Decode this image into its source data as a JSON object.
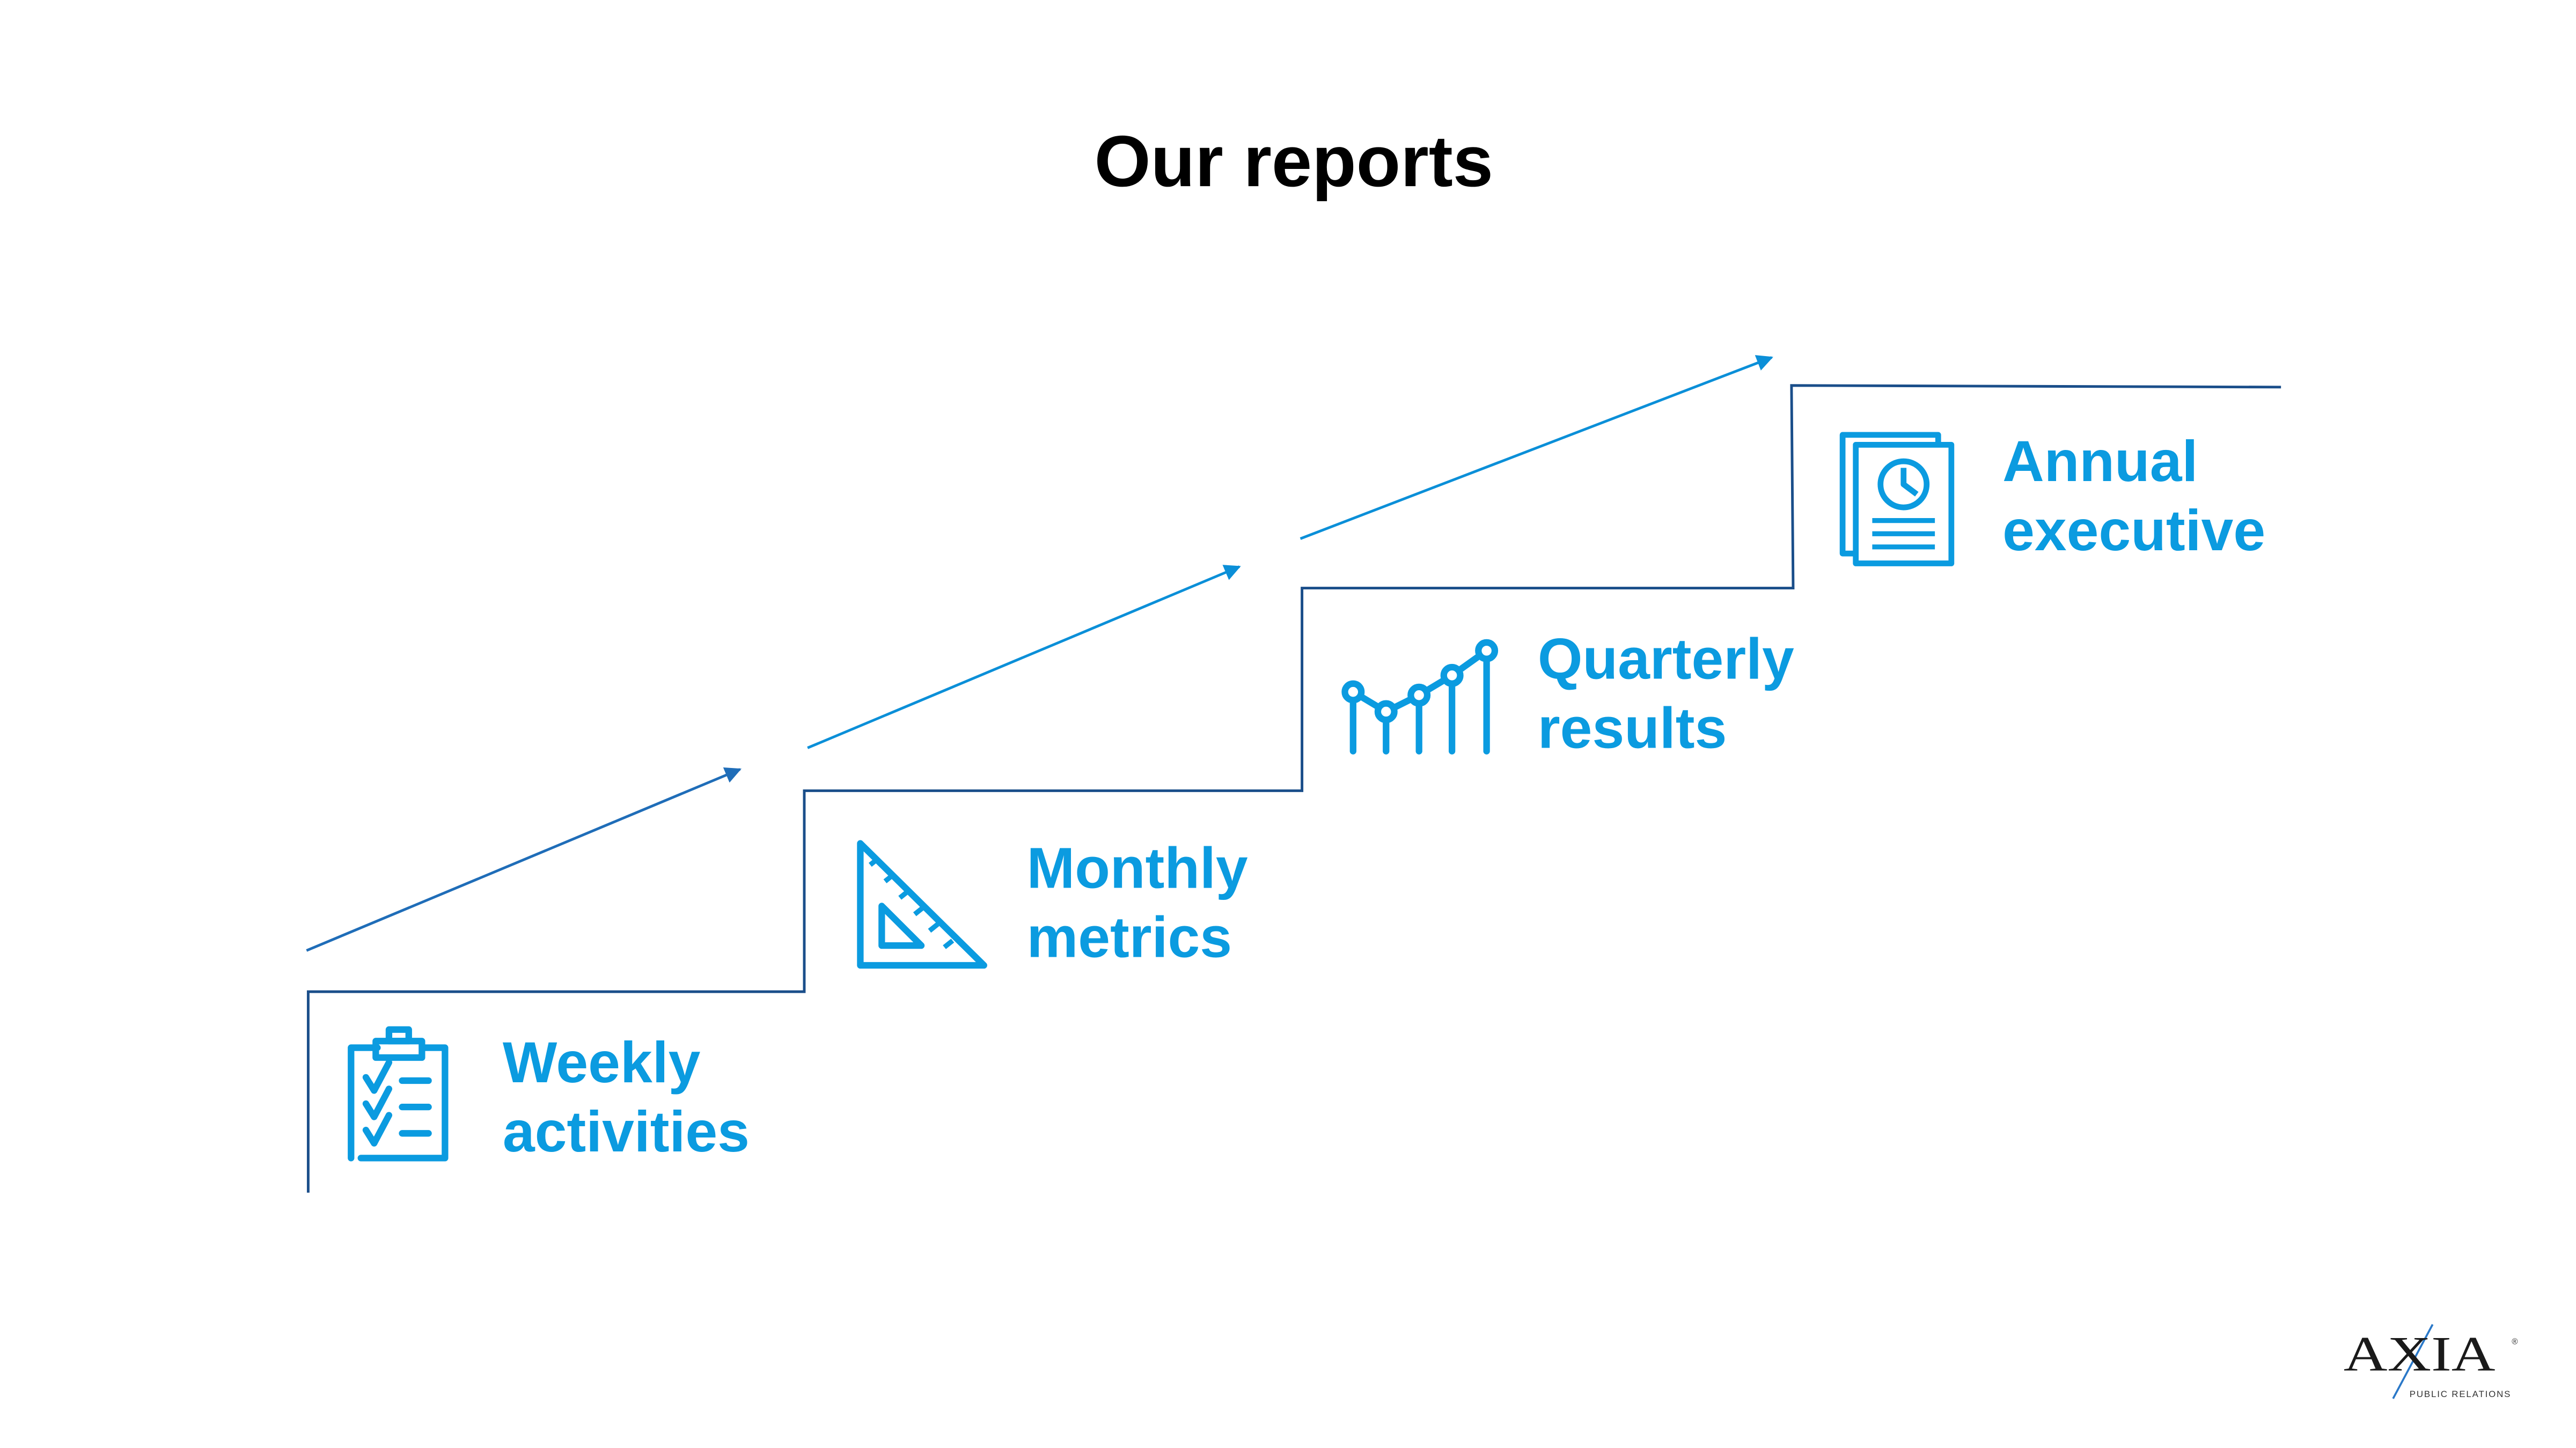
{
  "title": "Our reports",
  "colors": {
    "accent": "#0B9BE0",
    "stair_line": "#1A4E8A",
    "arrow_dark": "#1F6DB8"
  },
  "steps": [
    {
      "line1": "Weekly",
      "line2": "activities",
      "icon": "clipboard-checklist-icon"
    },
    {
      "line1": "Monthly",
      "line2": "metrics",
      "icon": "triangle-ruler-icon"
    },
    {
      "line1": "Quarterly",
      "line2": "results",
      "icon": "line-chart-icon"
    },
    {
      "line1": "Annual",
      "line2": "executive",
      "icon": "report-document-icon"
    }
  ],
  "logo": {
    "name": "AXIA",
    "subtitle": "PUBLIC RELATIONS",
    "mark": "®"
  }
}
